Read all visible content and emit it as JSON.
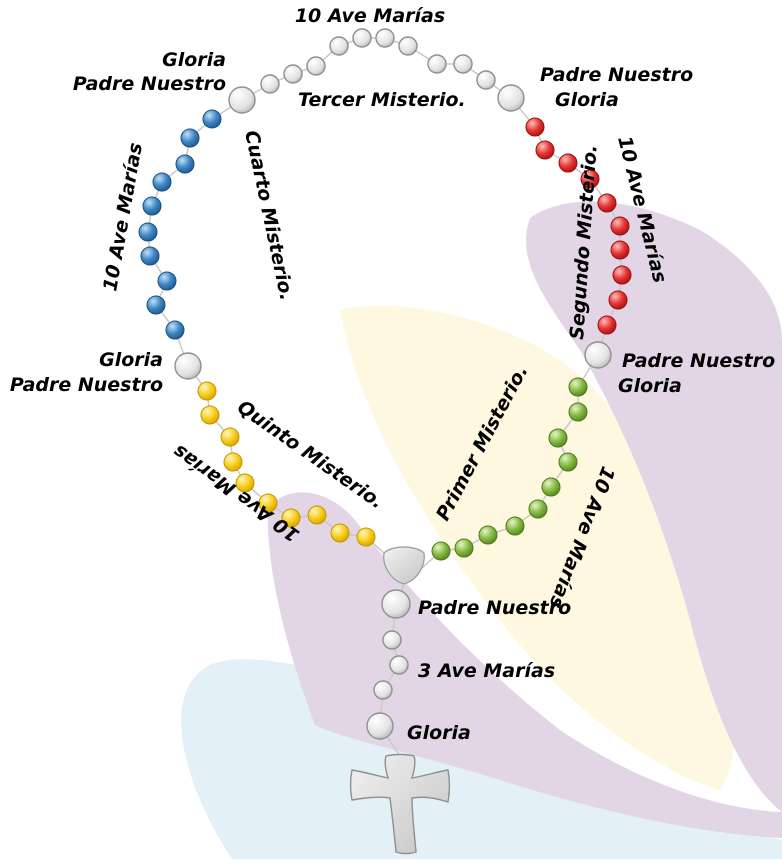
{
  "colors": {
    "background": "#ffffff",
    "band_purple": "#e2d6e6",
    "band_yellow": "#fdf8df",
    "band_blue": "#e4f0f8",
    "bead_white": "#e8e8e8",
    "bead_blue": "#3f86c2",
    "bead_red": "#e53434",
    "bead_yellow": "#f6cf1e",
    "bead_green": "#86b944",
    "cross": "#d9d9d9",
    "medal": "#d9d9d9"
  },
  "labels": {
    "top_ave": "10 Ave Marías",
    "top_left_gloria": "Gloria",
    "top_left_padre": "Padre Nuestro",
    "top_right_padre": "Padre Nuestro",
    "top_right_gloria": "Gloria",
    "tercer": "Tercer Misterio.",
    "cuarto": "Cuarto Misterio.",
    "left_ave": "10 Ave Marías",
    "segundo": "Segundo Misterio.",
    "right_ave": "10 Ave Marías",
    "mid_left_gloria": "Gloria",
    "mid_left_padre": "Padre Nuestro",
    "mid_right_padre": "Padre Nuestro",
    "mid_right_gloria": "Gloria",
    "quinto": "Quinto Misterio.",
    "bottom_left_ave": "10 Ave Marías",
    "primer": "Primer Misterio.",
    "bottom_right_ave": "10 Ave Marías",
    "stem_padre": "Padre Nuestro",
    "stem_ave": "3 Ave Marías",
    "stem_gloria": "Gloria"
  },
  "icons": {
    "cross": "cross-icon",
    "medal": "medal-icon"
  }
}
